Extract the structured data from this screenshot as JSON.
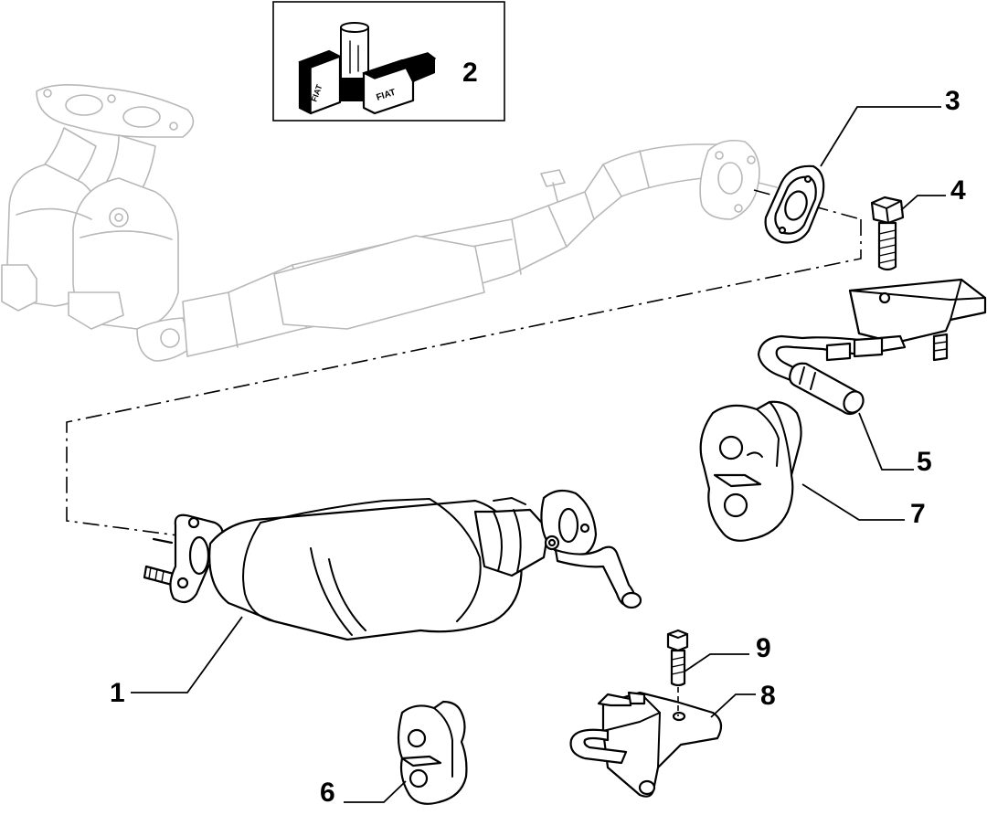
{
  "callouts": {
    "c1": "1",
    "c2": "2",
    "c3": "3",
    "c4": "4",
    "c5": "5",
    "c6": "6",
    "c7": "7",
    "c8": "8",
    "c9": "9"
  },
  "kit_box": {
    "brand_mark_left": "FIAT",
    "brand_mark_right": "FIAT"
  }
}
